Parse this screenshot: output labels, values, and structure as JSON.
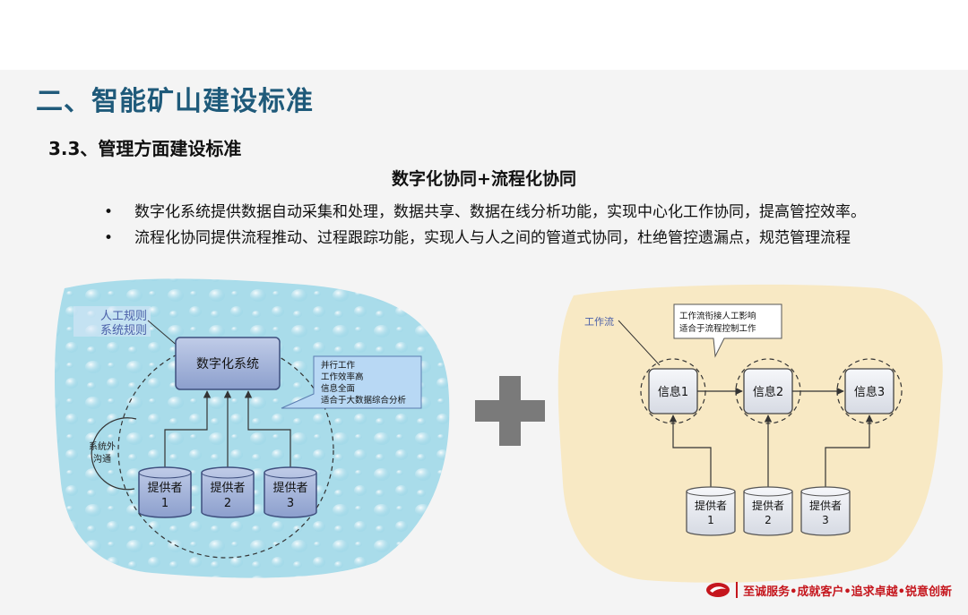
{
  "page": {
    "title": "二、智能矿山建设标准",
    "subtitle": "3.3、管理方面建设标准",
    "heading": "数字化协同+流程化协同"
  },
  "bullets": [
    {
      "marker": "•",
      "text": "数字化系统提供数据自动采集和处理，数据共享、数据在线分析功能，实现中心化工作协同，提高管控效率。"
    },
    {
      "marker": "•",
      "text": "流程化协同提供流程推动、过程跟踪功能，实现人与人之间的管道式协同，杜绝管控遗漏点，规范管理流程"
    }
  ],
  "left_diagram": {
    "rules": [
      "人工规则",
      "系统规则"
    ],
    "system": "数字化系统",
    "callout": [
      "并行工作",
      "工作效率高",
      "信息全面",
      "适合于大数据综合分析"
    ],
    "external": [
      "系统外",
      "沟通"
    ],
    "providers": [
      {
        "name": "提供者",
        "num": "1"
      },
      {
        "name": "提供者",
        "num": "2"
      },
      {
        "name": "提供者",
        "num": "3"
      }
    ]
  },
  "plus": "+",
  "right_diagram": {
    "workflow": "工作流",
    "callout": [
      "工作流衔接人工影响",
      "适合于流程控制工作"
    ],
    "infos": [
      "信息1",
      "信息2",
      "信息3"
    ],
    "providers": [
      {
        "name": "提供者",
        "num": "1"
      },
      {
        "name": "提供者",
        "num": "2"
      },
      {
        "name": "提供者",
        "num": "3"
      }
    ]
  },
  "footer": {
    "slogan": "至诚服务•成就客户•追求卓越•锐意创新"
  },
  "colors": {
    "title": "#1f5a7a",
    "water": "#a9dcea",
    "sand": "#f8e9c4",
    "box_fill": "#a4b5db",
    "box_stroke": "#3f4f7e",
    "callout_fill": "#b8d8f4",
    "plus": "#7a7a7a",
    "brand": "#c5161d"
  }
}
